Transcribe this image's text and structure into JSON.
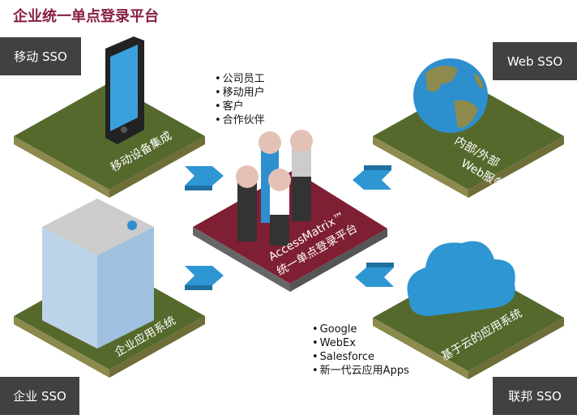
{
  "title": "企业统一单点登录平台",
  "sso_labels": {
    "mobile": "移动 SSO",
    "web": "Web SSO",
    "enterprise": "企业 SSO",
    "federated": "联邦 SSO"
  },
  "tiles": {
    "mobile": "移动设备集成",
    "web_line1": "内部/外部",
    "web_line2": "Web服务",
    "enterprise": "企业应用系统",
    "cloud": "基于云的应用系统",
    "center_line1": "AccessMatrix™",
    "center_line2": "统一单点登录平台"
  },
  "users": [
    "公司员工",
    "移动用户",
    "客户",
    "合作伙伴"
  ],
  "apps": [
    "Google",
    "WebEx",
    "Salesforce",
    "新一代云应用Apps"
  ],
  "colors": {
    "title": "#862040",
    "tile": "#55692c",
    "tile_edge": "#8c8a4c",
    "center": "#7f1f33",
    "arrow": "#2e96d2",
    "label_bg": "#414141"
  }
}
